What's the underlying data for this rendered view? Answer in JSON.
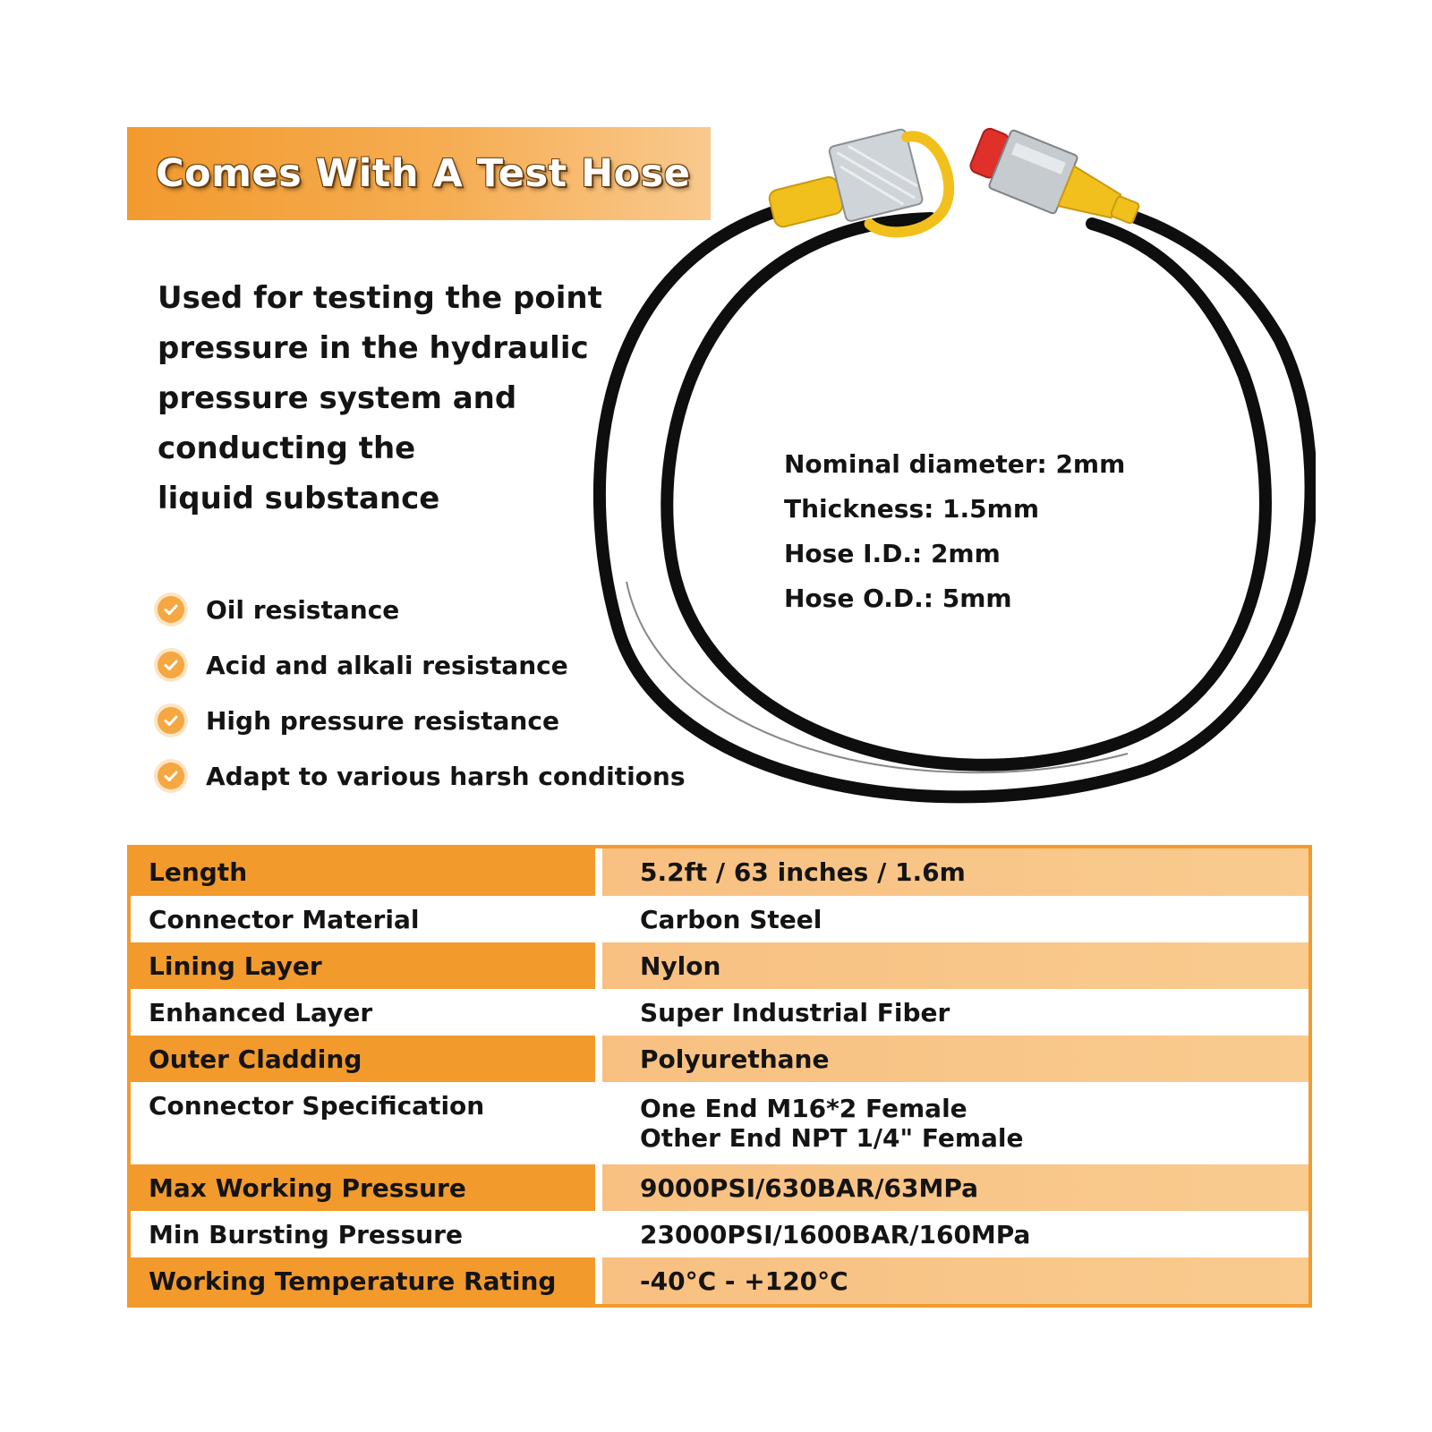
{
  "banner": {
    "title": "Comes With A Test Hose"
  },
  "intro": {
    "lines": [
      "Used for testing the point",
      "pressure in the hydraulic",
      "pressure system and",
      "conducting the",
      "liquid substance"
    ]
  },
  "features": [
    "Oil resistance",
    "Acid and alkali resistance",
    "High pressure resistance",
    "Adapt to various harsh conditions"
  ],
  "hose_specs": [
    "Nominal diameter: 2mm",
    "Thickness: 1.5mm",
    "Hose I.D.: 2mm",
    "Hose O.D.: 5mm"
  ],
  "table": {
    "rows": [
      {
        "label": "Length",
        "value": [
          "5.2ft / 63 inches / 1.6m"
        ]
      },
      {
        "label": "Connector Material",
        "value": [
          "Carbon Steel"
        ]
      },
      {
        "label": "Lining Layer",
        "value": [
          "Nylon"
        ]
      },
      {
        "label": "Enhanced Layer",
        "value": [
          "Super Industrial Fiber"
        ]
      },
      {
        "label": "Outer Cladding",
        "value": [
          "Polyurethane"
        ]
      },
      {
        "label": "Connector Specification",
        "value": [
          "One End M16*2  Female",
          "Other End NPT 1/4\" Female"
        ]
      },
      {
        "label": "Max Working Pressure",
        "value": [
          "9000PSI/630BAR/63MPa"
        ]
      },
      {
        "label": "Min Bursting Pressure",
        "value": [
          "23000PSI/1600BAR/160MPa"
        ]
      },
      {
        "label": "Working Temperature Rating",
        "value": [
          "-40°C - +120°C"
        ]
      }
    ]
  },
  "colors": {
    "accent": "#f39a2d",
    "accent_light": "#f8c081",
    "check": "#f5a742",
    "hose": "#0e0e0e",
    "connector_yellow": "#f2c01c",
    "cap_red": "#e0302a"
  },
  "icons": {
    "feature_bullet": "check-circle-icon",
    "product": "hydraulic-test-hose-image"
  }
}
